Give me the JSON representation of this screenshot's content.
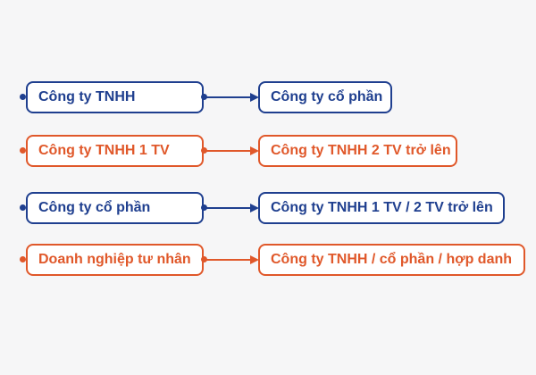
{
  "colors": {
    "blue": "#1f3f8f",
    "orange": "#e0582a",
    "background": "#f6f6f7"
  },
  "rows": [
    {
      "from": "Công ty TNHH",
      "to": "Công ty cổ phần",
      "color": "blue"
    },
    {
      "from": "Công ty TNHH 1 TV",
      "to": "Công ty TNHH 2 TV trở lên",
      "color": "orange"
    },
    {
      "from": "Công ty cổ phần",
      "to": "Công ty TNHH 1 TV / 2 TV trở lên",
      "color": "blue"
    },
    {
      "from": "Doanh nghiệp tư nhân",
      "to": "Công ty TNHH / cổ phần / hợp danh",
      "color": "orange"
    }
  ]
}
